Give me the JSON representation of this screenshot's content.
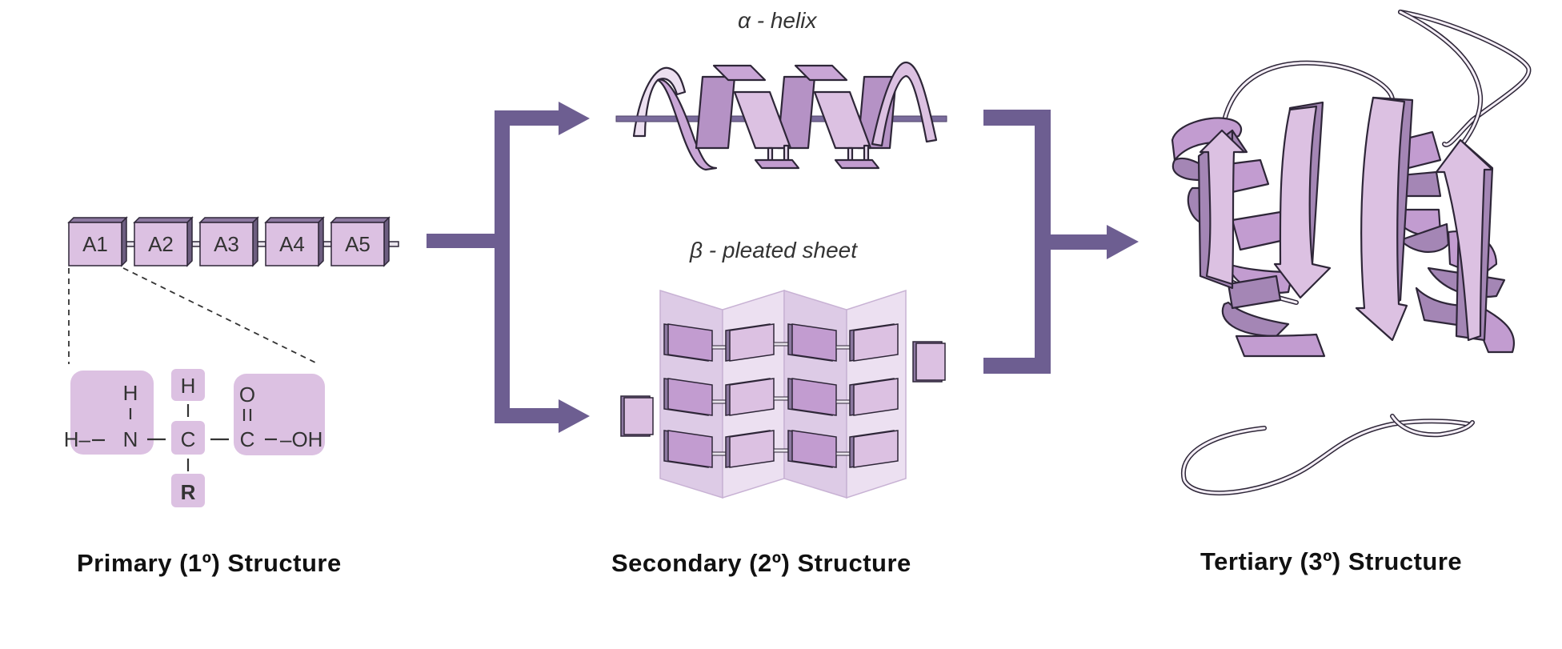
{
  "diagram": {
    "title": "Levels of Protein Structure",
    "colors": {
      "arrow": "#6d5e91",
      "light_fill": "#dcc1e2",
      "mid_fill": "#c29cd0",
      "dark_fill": "#a486b5",
      "sheet_fill": "#e9dcef",
      "outline": "#2e2638",
      "text": "#111111"
    },
    "primary": {
      "caption": "Primary (1º) Structure",
      "chain": [
        "A1",
        "A2",
        "A3",
        "A4",
        "A5"
      ],
      "amino_acid": {
        "amino_group": {
          "H_top": "H",
          "H_left": "H–",
          "N": "N"
        },
        "alpha_carbon": {
          "H": "H",
          "C": "C",
          "R": "R"
        },
        "carboxyl_group": {
          "O": "O",
          "C": "C",
          "OH": "–OH"
        }
      }
    },
    "secondary": {
      "caption": "Secondary (2º) Structure",
      "helix_label": "α - helix",
      "sheet_label": "β - pleated sheet"
    },
    "tertiary": {
      "caption": "Tertiary (3º) Structure"
    }
  }
}
